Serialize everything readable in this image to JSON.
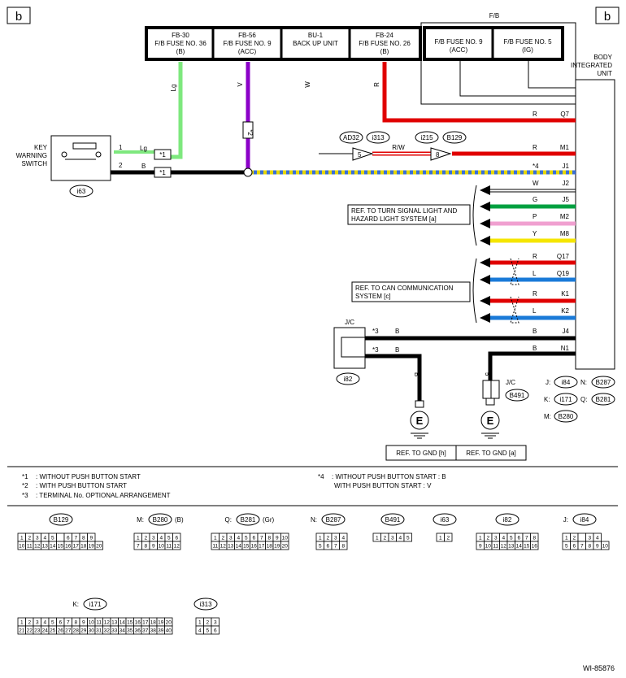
{
  "page_marker": "b",
  "fuses": [
    {
      "id": "FB-30",
      "name": "F/B FUSE NO. 36",
      "sub": "(B)"
    },
    {
      "id": "FB-56",
      "name": "F/B FUSE NO. 9",
      "sub": "(ACC)"
    },
    {
      "id": "BU-1",
      "name": "BACK UP UNIT",
      "sub": ""
    },
    {
      "id": "FB-24",
      "name": "F/B FUSE NO. 26",
      "sub": "(B)"
    }
  ],
  "fb_box": {
    "title": "F/B",
    "fuses": [
      {
        "name": "F/B FUSE NO. 9",
        "sub": "(ACC)"
      },
      {
        "name": "F/B FUSE NO. 5",
        "sub": "(IG)"
      }
    ]
  },
  "bcu": {
    "lines": [
      "BODY",
      "INTEGRATED",
      "UNIT"
    ]
  },
  "wire_colors": {
    "lg": "Lg",
    "v": "V",
    "w": "W",
    "r": "R"
  },
  "key_switch": {
    "lines": [
      "KEY",
      "WARNING",
      "SWITCH"
    ],
    "connector": "i63",
    "pins": [
      "1",
      "2"
    ],
    "wires": [
      "Lg",
      "B"
    ]
  },
  "notes_marks": {
    "n1": "*1",
    "n2": "*2",
    "n3": "*3",
    "n4": "*4"
  },
  "splice": {
    "labels": [
      "AD32",
      "i313",
      "i215",
      "B129"
    ],
    "pin_left": "5",
    "pin_right": "8",
    "wire": "R/W"
  },
  "pins_right": [
    {
      "color": "R",
      "term": "Q7"
    },
    {
      "color": "R",
      "term": "M1"
    },
    {
      "color": "*4",
      "term": "J1"
    },
    {
      "color": "W",
      "term": "J2"
    },
    {
      "color": "G",
      "term": "J5"
    },
    {
      "color": "P",
      "term": "M2"
    },
    {
      "color": "Y",
      "term": "M8"
    },
    {
      "color": "R",
      "term": "Q17"
    },
    {
      "color": "L",
      "term": "Q19"
    },
    {
      "color": "R",
      "term": "K1"
    },
    {
      "color": "L",
      "term": "K2"
    },
    {
      "color": "B",
      "term": "J4"
    },
    {
      "color": "B",
      "term": "N1"
    }
  ],
  "ref_turn": [
    "REF. TO TURN SIGNAL LIGHT AND",
    "HAZARD LIGHT SYSTEM [a]"
  ],
  "ref_can": [
    "REF. TO CAN COMMUNICATION",
    "SYSTEM [c]"
  ],
  "jc_left": {
    "label": "J/C",
    "connector": "i82",
    "wire": "B",
    "vert": "B"
  },
  "jc_right": {
    "label": "J/C",
    "connector": "B491",
    "num": "5"
  },
  "ground": "E",
  "ref_gnd": [
    "REF. TO GND [h]",
    "REF. TO GND [a]"
  ],
  "conn_legend": [
    {
      "key": "J:",
      "conn": "i84"
    },
    {
      "key": "N:",
      "conn": "B287"
    },
    {
      "key": "K:",
      "conn": "i171"
    },
    {
      "key": "Q:",
      "conn": "B281"
    },
    {
      "key": "M:",
      "conn": "B280"
    }
  ],
  "notes": [
    {
      "mark": "*1",
      "text": ": WITHOUT PUSH BUTTON START"
    },
    {
      "mark": "*2",
      "text": ": WITH PUSH BUTTON START"
    },
    {
      "mark": "*3",
      "text": ": TERMINAL No. OPTIONAL ARRANGEMENT"
    },
    {
      "mark": "*4",
      "text": ": WITHOUT PUSH BUTTON START  : B"
    },
    {
      "mark": "",
      "text": "WITH PUSH BUTTON START  : V"
    }
  ],
  "connectors": {
    "b129": {
      "name": "B129",
      "prefix": "",
      "suffix": "",
      "row1": [
        "1",
        "2",
        "3",
        "4",
        "5",
        "",
        "6",
        "7",
        "8",
        "9"
      ],
      "row2": [
        "10",
        "11",
        "12",
        "13",
        "14",
        "15",
        "16",
        "17",
        "18",
        "19",
        "20"
      ]
    },
    "b280": {
      "name": "B280",
      "prefix": "M:",
      "suffix": "(B)",
      "row1": [
        "1",
        "2",
        "3",
        "4",
        "5",
        "6"
      ],
      "row2": [
        "7",
        "8",
        "9",
        "10",
        "11",
        "12"
      ]
    },
    "b281": {
      "name": "B281",
      "prefix": "Q:",
      "suffix": "(Gr)",
      "row1": [
        "1",
        "2",
        "3",
        "4",
        "5",
        "6",
        "7",
        "8",
        "9",
        "10"
      ],
      "row2": [
        "11",
        "12",
        "13",
        "14",
        "15",
        "16",
        "17",
        "18",
        "19",
        "20"
      ]
    },
    "b287": {
      "name": "B287",
      "prefix": "N:",
      "suffix": "",
      "row1": [
        "1",
        "2",
        "3",
        "4"
      ],
      "row2": [
        "5",
        "6",
        "7",
        "8"
      ]
    },
    "b491": {
      "name": "B491",
      "prefix": "",
      "suffix": "",
      "row1": [
        "1",
        "2",
        "3",
        "4",
        "5"
      ],
      "row2": []
    },
    "i63": {
      "name": "i63",
      "prefix": "",
      "suffix": "",
      "row1": [
        "1",
        "2"
      ],
      "row2": []
    },
    "i82": {
      "name": "i82",
      "prefix": "",
      "suffix": "",
      "row1": [
        "1",
        "2",
        "3",
        "4",
        "5",
        "6",
        "7",
        "8"
      ],
      "row2": [
        "9",
        "10",
        "11",
        "12",
        "13",
        "14",
        "15",
        "16"
      ]
    },
    "i84": {
      "name": "i84",
      "prefix": "J:",
      "suffix": "",
      "row1": [
        "1",
        "2",
        "",
        "3",
        "4"
      ],
      "row2": [
        "5",
        "6",
        "7",
        "8",
        "9",
        "10"
      ]
    },
    "i171": {
      "name": "i171",
      "prefix": "K:",
      "suffix": "",
      "row1": [
        "1",
        "2",
        "3",
        "4",
        "5",
        "6",
        "7",
        "8",
        "9",
        "10",
        "11",
        "12",
        "13",
        "14",
        "15",
        "16",
        "17",
        "18",
        "19",
        "20"
      ],
      "row2": [
        "21",
        "22",
        "23",
        "24",
        "25",
        "26",
        "27",
        "28",
        "29",
        "30",
        "31",
        "32",
        "33",
        "34",
        "35",
        "36",
        "37",
        "38",
        "39",
        "40"
      ]
    },
    "i313": {
      "name": "i313",
      "prefix": "",
      "suffix": "",
      "row1": [
        "1",
        "2",
        "3"
      ],
      "row2": [
        "4",
        "5",
        "6"
      ]
    }
  },
  "diagram_id": "WI-85876",
  "colors": {
    "lg": "#7ee87e",
    "v": "#8b00c8",
    "r": "#e00000",
    "g": "#00a040",
    "p": "#f0a0d0",
    "y": "#f5e600",
    "l": "#1a7ad8",
    "blue": "#3a6fd8",
    "b": "#000000"
  }
}
